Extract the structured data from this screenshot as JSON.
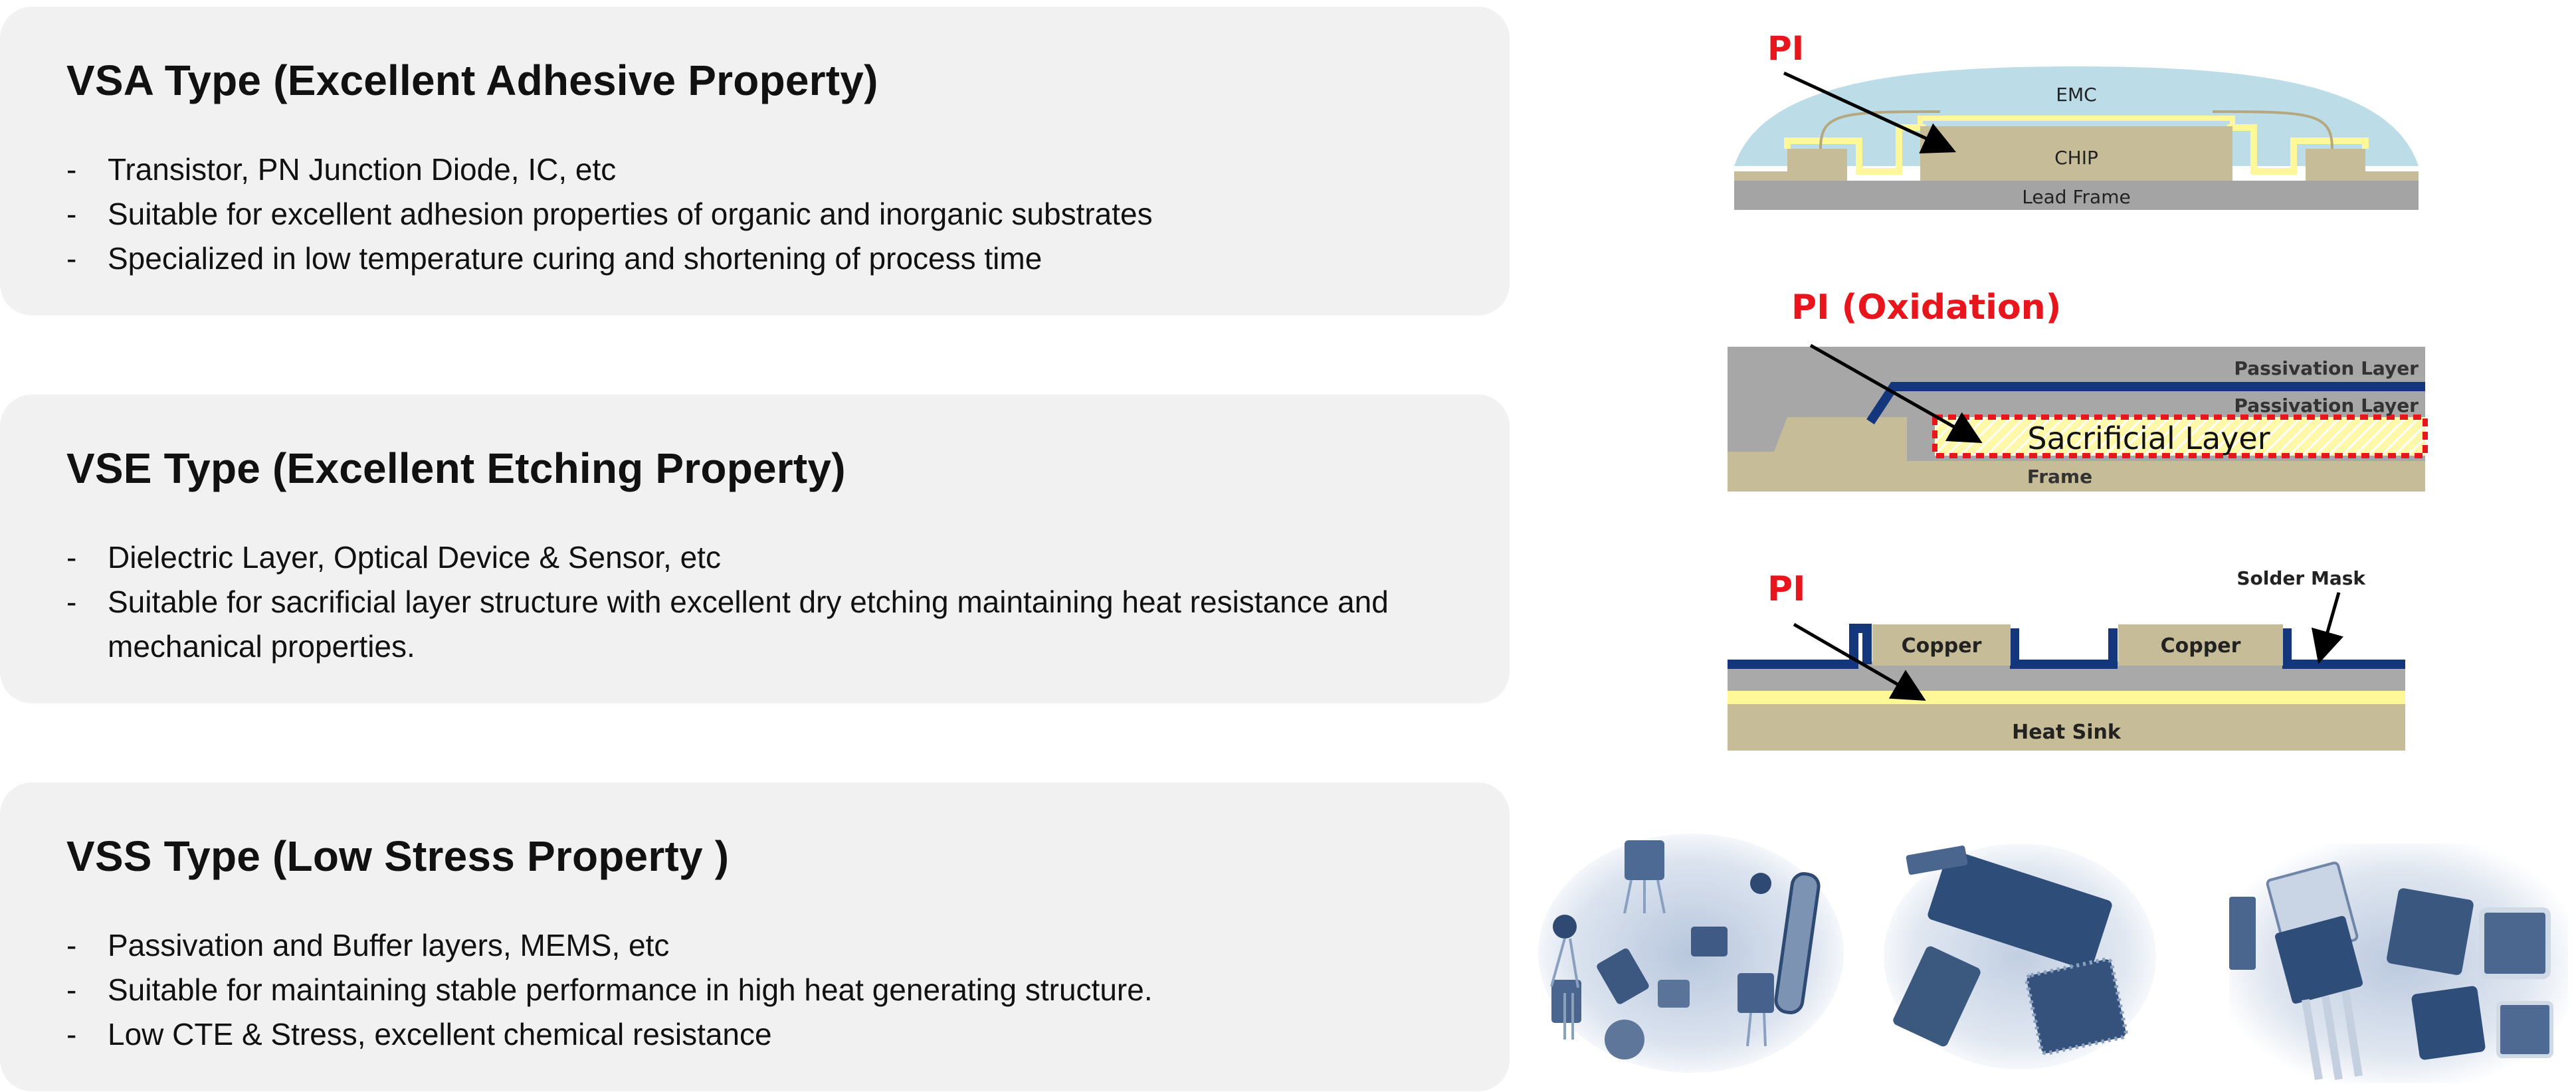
{
  "cards": [
    {
      "title": "VSA Type (Excellent Adhesive Property)",
      "bullets": [
        "Transistor, PN Junction Diode, IC, etc",
        "Suitable for excellent adhesion properties of organic and inorganic substrates",
        "Specialized in low temperature curing and shortening of process time"
      ]
    },
    {
      "title": "VSE Type (Excellent Etching Property)",
      "bullets": [
        "Dielectric Layer, Optical Device & Sensor, etc",
        "Suitable for sacrificial layer structure with excellent dry etching maintaining heat resistance and mechanical properties."
      ]
    },
    {
      "title": "VSS Type (Low Stress Property )",
      "bullets": [
        "Passivation and Buffer layers, MEMS, etc",
        " Suitable for maintaining stable performance in high heat generating structure.",
        "Low CTE & Stress, excellent chemical resistance"
      ]
    }
  ],
  "bullet_marker": "-",
  "diagrams": {
    "vsa": {
      "pi_label": "PI",
      "emc": "EMC",
      "chip": "CHIP",
      "lead_frame": "Lead Frame"
    },
    "vse": {
      "pi_label": "PI (Oxidation)",
      "passivation_1": "Passivation Layer",
      "passivation_2": "Passivation Layer",
      "sacrificial": "Sacrificial Layer",
      "frame": "Frame"
    },
    "vss": {
      "pi_label": "PI",
      "solder_mask": "Solder Mask",
      "copper_1": "Copper",
      "copper_2": "Copper",
      "heat_sink": "Heat Sink"
    }
  },
  "colors": {
    "card_bg": "#f1f1f1",
    "pi_red": "#e8161c",
    "emc_blue": "#bcdde8",
    "chip_tan": "#c7bc98",
    "frame_gray": "#a4a4a4",
    "pi_yellow": "#fff899",
    "mask_navy": "#14367c"
  },
  "photos": [
    {
      "icon": "semiconductor-components-photo"
    },
    {
      "icon": "ic-chips-photo"
    },
    {
      "icon": "power-transistors-photo"
    }
  ]
}
